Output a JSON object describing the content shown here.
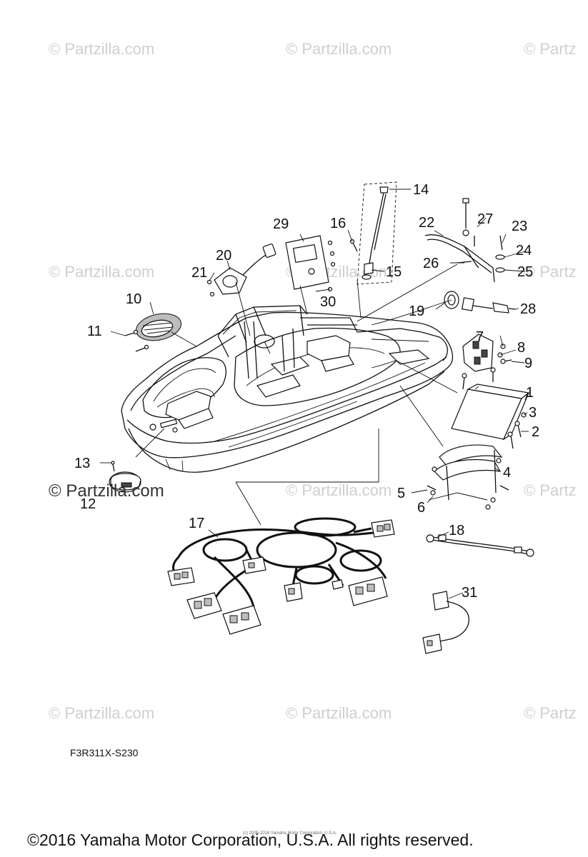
{
  "watermarks": [
    "© Partzilla.com",
    "© Partzilla.com",
    "© Partz",
    "© Partzilla.com",
    "© Partzilla.com",
    "© Partz",
    "© Partzilla.com",
    "© Partzilla.com",
    "© Partz",
    "© Partzilla.com",
    "© Partzilla.com",
    "© Partz"
  ],
  "watermark_dark": "© Partzilla.com",
  "callouts": [
    "1",
    "2",
    "3",
    "4",
    "5",
    "6",
    "7",
    "8",
    "9",
    "10",
    "11",
    "12",
    "13",
    "14",
    "15",
    "16",
    "17",
    "18",
    "19",
    "20",
    "21",
    "22",
    "23",
    "24",
    "25",
    "26",
    "27",
    "28",
    "29",
    "30",
    "31"
  ],
  "diagram_code": "F3R311X-S230",
  "small_print": "(c) 2005-2016 Yamaha Motor Corporation, U.S.A.",
  "copyright": "©2016 Yamaha Motor Corporation, U.S.A. All rights reserved."
}
